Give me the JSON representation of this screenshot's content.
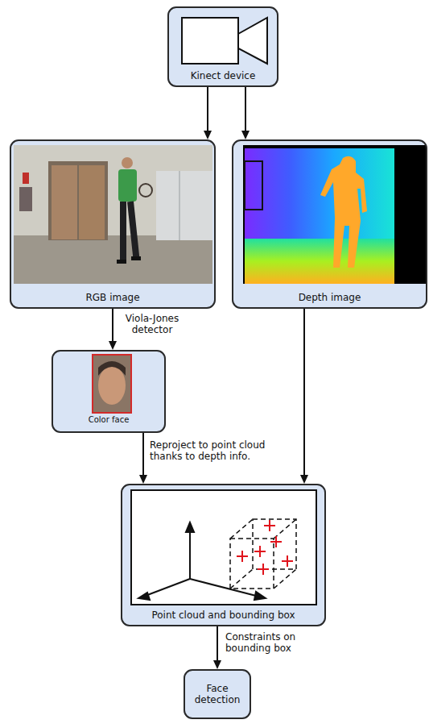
{
  "diagram": {
    "nodes": [
      {
        "text": [
          "Kinect device"
        ]
      },
      {
        "text": [
          "RGB image"
        ]
      },
      {
        "text": [
          "Depth image"
        ]
      },
      {
        "text": [
          "Color face"
        ]
      },
      {
        "text": [
          "Point cloud and bounding box"
        ]
      },
      {
        "text": [
          "Face detection"
        ]
      }
    ],
    "edges": [
      {
        "from": 0,
        "to": 1,
        "arrow": "to"
      },
      {
        "from": 0,
        "to": 2,
        "arrow": "to"
      },
      {
        "from": 1,
        "to": 3,
        "label": "Viola-Jones detector",
        "arrow": "to"
      },
      {
        "from": 3,
        "to": 4,
        "label": "Reproject to point cloud thanks to depth info.",
        "arrow": "to"
      },
      {
        "from": 2,
        "to": 4,
        "arrow": "to"
      },
      {
        "from": 4,
        "to": 5,
        "label": "Constraints on bounding box",
        "arrow": "to"
      }
    ]
  }
}
